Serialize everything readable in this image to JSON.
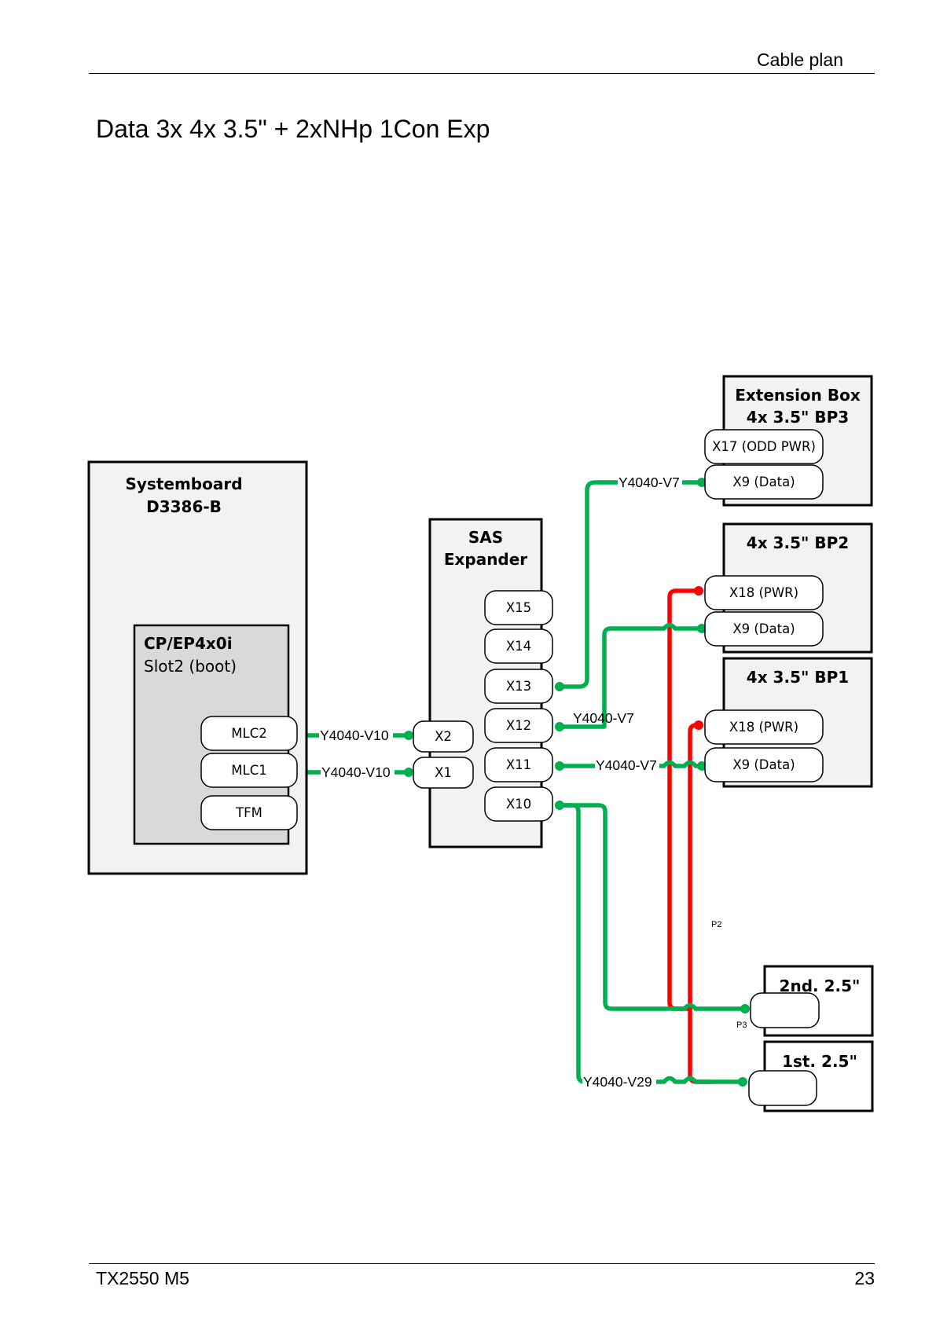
{
  "header": {
    "section": "Cable plan"
  },
  "title": "Data 3x 4x 3.5\" + 2xNHp 1Con Exp",
  "footer": {
    "model": "TX2550 M5",
    "page": "23"
  },
  "diagram": {
    "systemboard": {
      "line1": "Systemboard",
      "line2": "D3386-B"
    },
    "controller": {
      "line1": "CP/EP4x0i",
      "line2": "Slot2 (boot)",
      "ports": [
        "MLC2",
        "MLC1",
        "TFM"
      ]
    },
    "expander": {
      "line1": "SAS",
      "line2": "Expander",
      "inputs": [
        "X2",
        "X1"
      ],
      "outputs": [
        "X15",
        "X14",
        "X13",
        "X12",
        "X11",
        "X10"
      ]
    },
    "bp3": {
      "line1": "Extension Box",
      "line2": "4x 3.5\" BP3",
      "ports": [
        "X17 (ODD PWR)",
        "X9 (Data)"
      ]
    },
    "bp2": {
      "title": "4x 3.5\" BP2",
      "ports": [
        "X18 (PWR)",
        "X9 (Data)"
      ]
    },
    "bp1": {
      "title": "4x 3.5\" BP1",
      "ports": [
        "X18 (PWR)",
        "X9 (Data)"
      ]
    },
    "drive2": {
      "title": "2nd. 2.5\""
    },
    "drive1": {
      "title": "1st. 2.5\""
    },
    "cables": {
      "mlc2_x2": "Y4040-V10",
      "mlc1_x1": "Y4040-V10",
      "x13_bp3": "Y4040-V7",
      "x12_bp2": "Y4040-V7",
      "x11_bp1": "Y4040-V7",
      "x10_drives": "Y4040-V29"
    },
    "power_labels": {
      "p2": "P2",
      "p3": "P3"
    },
    "colors": {
      "data_cable": "#00b050",
      "power_cable": "#ff0000"
    }
  }
}
